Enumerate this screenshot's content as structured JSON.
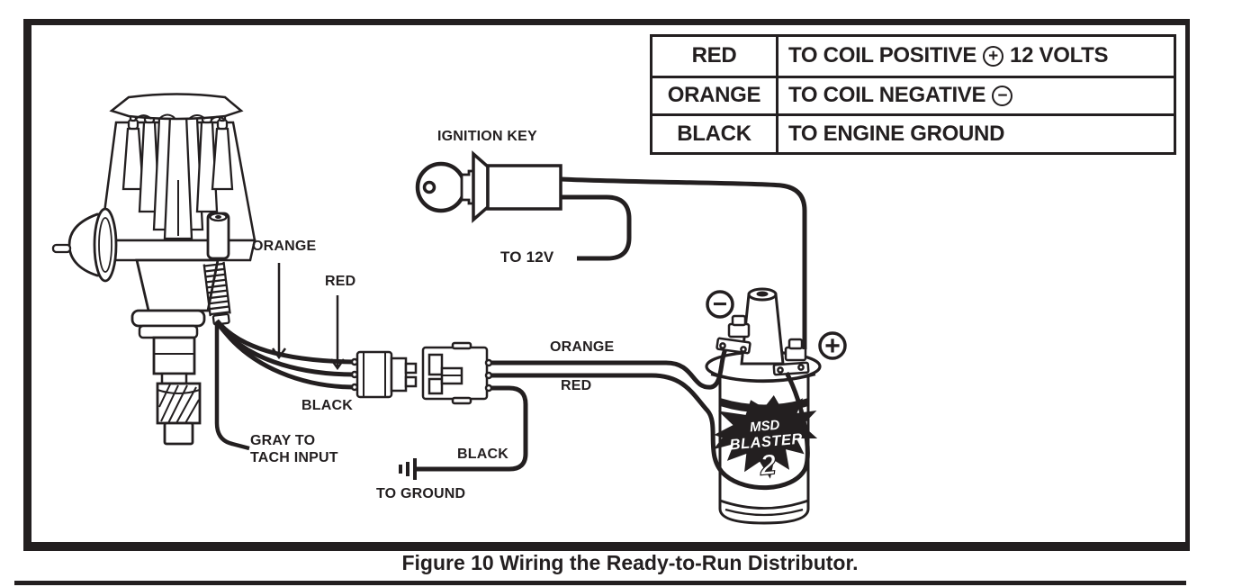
{
  "colors": {
    "ink": "#231f20",
    "background": "#ffffff"
  },
  "legend_table": {
    "rows": [
      {
        "wire": "RED",
        "description": "TO COIL POSITIVE",
        "symbol": "+",
        "suffix": "12 VOLTS"
      },
      {
        "wire": "ORANGE",
        "description": "TO COIL NEGATIVE",
        "symbol": "−",
        "suffix": ""
      },
      {
        "wire": "BLACK",
        "description": "TO ENGINE GROUND",
        "symbol": "",
        "suffix": ""
      }
    ]
  },
  "diagram_labels": {
    "ignition_key": "IGNITION KEY",
    "to_12v": "TO 12V",
    "orange_distributor": "ORANGE",
    "red_distributor": "RED",
    "black_distributor": "BLACK",
    "gray_tach_line1": "GRAY TO",
    "gray_tach_line2": "TACH INPUT",
    "orange_coil": "ORANGE",
    "red_coil": "RED",
    "black_ground": "BLACK",
    "to_ground": "TO GROUND"
  },
  "coil": {
    "negative_symbol": "−",
    "positive_symbol": "+",
    "brand_line1": "MSD",
    "brand_line2": "BLASTER",
    "brand_line3": "2"
  },
  "caption": "Figure 10 Wiring the Ready-to-Run Distributor."
}
